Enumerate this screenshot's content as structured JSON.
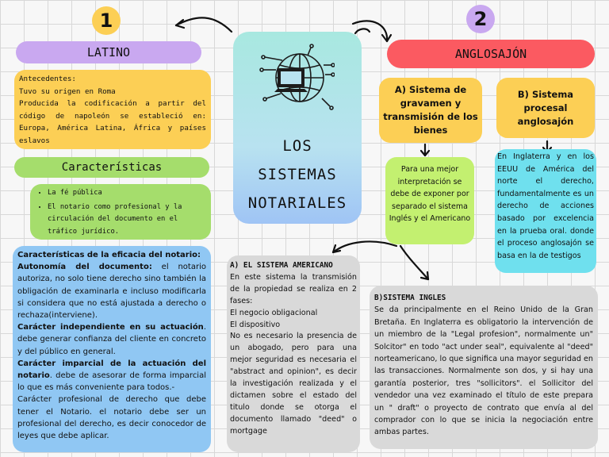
{
  "numbers": {
    "left": "1",
    "right": "2"
  },
  "colors": {
    "yellow": "#fccf55",
    "lavender": "#c9a8f0",
    "green": "#a5dd6c",
    "blue": "#90c7f3",
    "red": "#fb5a61",
    "cyan": "#6fe0ee",
    "lime": "#c3f070",
    "gray": "#d9d9d9"
  },
  "center": {
    "line1": "LOS",
    "line2": "SISTEMAS",
    "line3": "NOTARIALES"
  },
  "latino": {
    "title": "LATINO",
    "antecedentes": [
      "Antecedentes:",
      "Tuvo su origen en Roma",
      "Producida la codificación a partir del código de napoleón se estableció en: Europa, América Latina, África y países eslavos"
    ],
    "caracteristicas_title": "Características",
    "caracteristicas": [
      "La fé pública",
      "El notario como profesional y la circulación del documento en el tráfico jurídico."
    ],
    "eficacia": {
      "heading": "Características de la eficacia del notario:",
      "p1_bold": "Autonomía del documento:",
      "p1_text": " el notario autoriza, no solo tiene derecho sino también la obligación de examinarla e incluso modificarla si considera que no está ajustada a derecho o rechaza(interviene).",
      "p2_bold": "Carácter independiente en su actuación",
      "p2_text": ". debe generar confianza del cliente en concreto y del público en general.",
      "p3_bold": "Carácter imparcial de la actuación del notario",
      "p3_text": ". debe de asesorar de forma imparcial lo que es más conveniente para todos.-",
      "p4_text": "Carácter profesional de derecho que debe tener el Notario. el notario debe ser un profesional del derecho, es decir conocedor de leyes que debe aplicar."
    }
  },
  "anglo": {
    "title": "ANGLOSAJÓN",
    "a_title": "A) Sistema de gravamen y transmisión de los bienes",
    "b_title": "B) Sistema procesal anglosajón",
    "a_body": "Para una mejor interpretación se debe de exponer por separado el sistema Inglés y el Americano",
    "b_body": "En Inglaterra y en los EEUU de América del norte el derecho, fundamentalmente es un derecho de acciones basado por excelencia en la prueba oral. donde el proceso anglosajón se basa en la de testigos",
    "americano": {
      "title": "A) EL SISTEMA AMERICANO",
      "lines": [
        "En este sistema la transmisión de la propiedad se realiza en 2 fases:",
        "El negocio obligacional",
        "El dispositivo",
        "No es necesario la presencia de un abogado, pero para una mejor seguridad es necesaria el \"abstract and opinion\", es decir la investigación realizada y el dictamen sobre el estado del titulo donde se otorga el documento llamado \"deed\" o mortgage"
      ]
    },
    "ingles": {
      "title": "B)SISTEMA INGLES",
      "text": "Se da principalmente en el Reino Unido de la Gran Bretaña. En Inglaterra es obligatorio la intervención de un miembro de la \"Legal profesion\", normalmente un\" Solcitor\" en todo \"act under seal\", equivalente al \"deed\" norteamericano, lo que significa una mayor seguridad en las transacciones. Normalmente son dos, y si hay una garantía posterior, tres \"sollicitors\". el Sollicitor del vendedor una vez examinado el título de este prepara un \" draft\" o proyecto de contrato que envía al del comprador con lo que se inicia la negociación entre ambas partes."
    }
  }
}
